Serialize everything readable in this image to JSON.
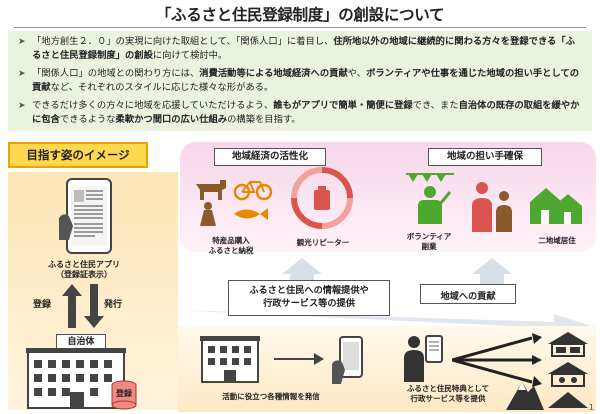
{
  "title": "「ふるさと住民登録制度」の創設について",
  "bullets": [
    {
      "parts": [
        {
          "t": "「地方創生２．０」の実現に向けた取組として、「関係人口」に着目し、",
          "s": ""
        },
        {
          "t": "住所地以外の地域に継続的に関わる方々を登録できる「ふるさと住民登録制度」の創設",
          "s": "bold"
        },
        {
          "t": "に向けて検討中。",
          "s": ""
        }
      ]
    },
    {
      "parts": [
        {
          "t": "「関係人口」の地域との関わり方には、",
          "s": ""
        },
        {
          "t": "消費活動等による地域経済への貢献",
          "s": "bold"
        },
        {
          "t": "や、",
          "s": ""
        },
        {
          "t": "ボランティアや仕事を通じた地域の担い手としての貢献",
          "s": "bold"
        },
        {
          "t": "など、それぞれのスタイルに応じた様々な形がある。",
          "s": ""
        }
      ]
    },
    {
      "parts": [
        {
          "t": "できるだけ多くの方々に地域を応援していただけるよう、",
          "s": ""
        },
        {
          "t": "誰もがアプリで簡単・簡便に登録",
          "s": "bold"
        },
        {
          "t": "でき、また",
          "s": ""
        },
        {
          "t": "自治体の既存の取組を緩やかに包含",
          "s": "bold"
        },
        {
          "t": "できるような",
          "s": ""
        },
        {
          "t": "柔軟かつ間口の広い仕組み",
          "s": "bold"
        },
        {
          "t": "の構築を目指す。",
          "s": ""
        }
      ]
    }
  ],
  "vision_label": "目指す姿のイメージ",
  "app": {
    "label_line1": "ふるさと住民アプリ",
    "label_line2": "（登録証表示）"
  },
  "arrows": {
    "register": "登録",
    "issue": "発行"
  },
  "municipality_label": "自治体",
  "registration_badge": "登録",
  "economy": {
    "title": "地域経済の活性化",
    "furusato_line1": "特産品購入",
    "furusato_line2": "ふるさと納税",
    "tourism": "観光リピーター"
  },
  "workforce": {
    "title": "地域の担い手確保",
    "volunteer_line1": "ボランティア",
    "volunteer_line2": "副業",
    "dual": "二地域居住"
  },
  "info_box": {
    "line1": "ふるさと住民への情報提供や",
    "line2": "行政サービス等の提供"
  },
  "contribution_box": "地域への貢献",
  "bottom": {
    "send_caption": "活動に役立つ各種情報を発信",
    "benefit_line1": "ふるさと住民特典として",
    "benefit_line2": "行政サービス等を提供"
  },
  "page_number": "1",
  "colors": {
    "bullet_bg": "#e9f3dd",
    "vision_yellow": "#ffd84f",
    "pink_panel": "#f7d7ea",
    "orange_panel": "#fde6b6",
    "green_icon": "#4ea72e",
    "red_icon": "#d9534f",
    "brown_icon": "#8b5a2b"
  }
}
